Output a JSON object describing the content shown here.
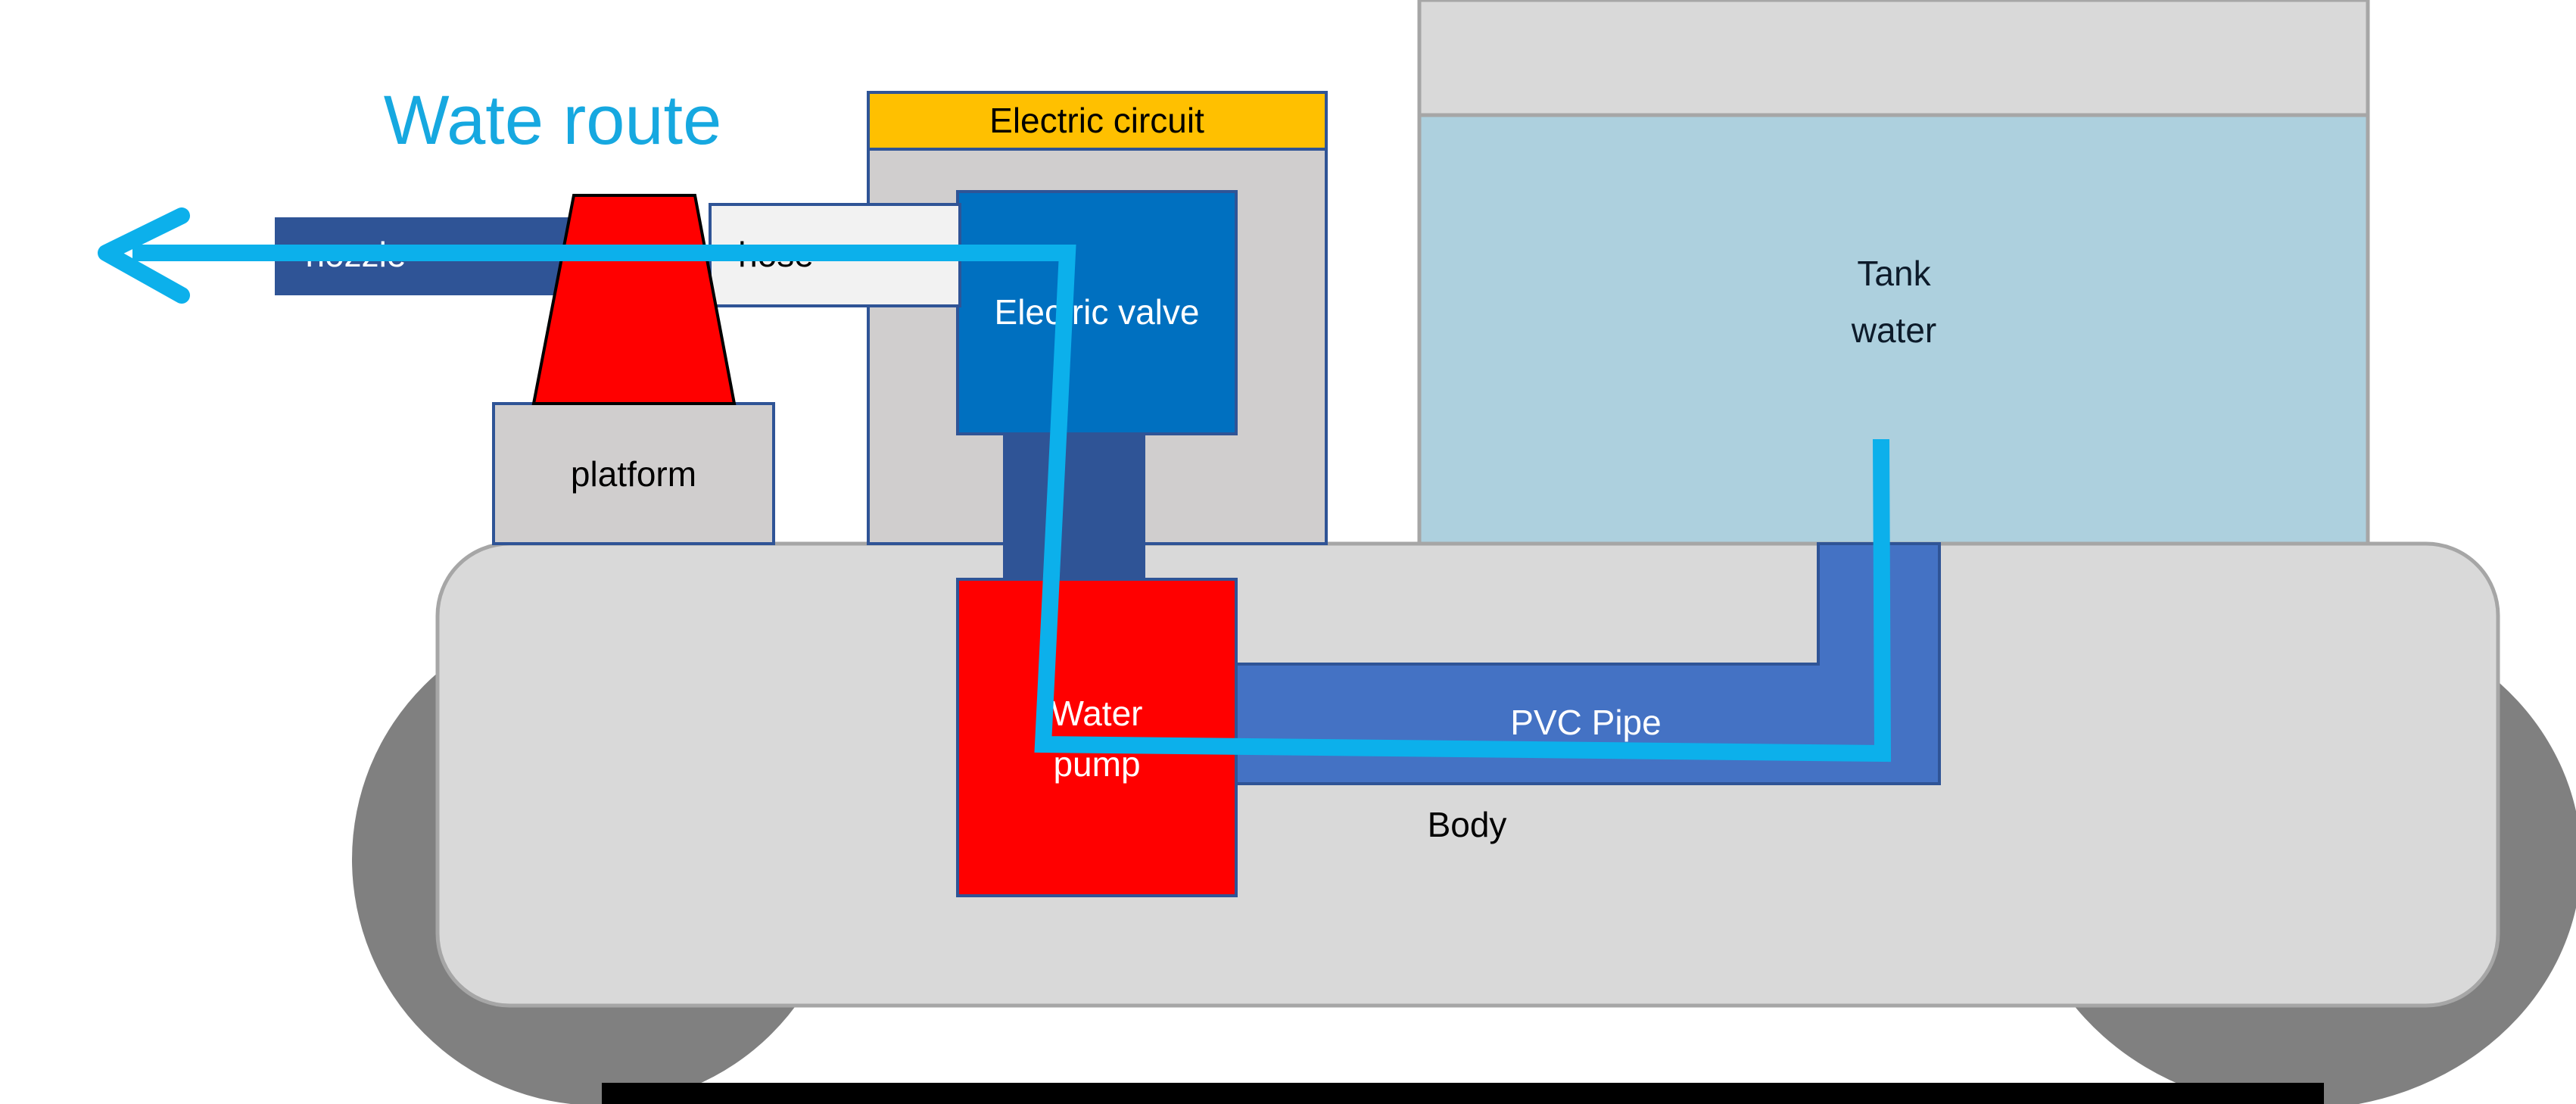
{
  "title": "Wate route",
  "labels": {
    "electric_circuit": "Electric circuit",
    "electric_valve": "Electric valve",
    "tank_line1": "Tank",
    "tank_line2": "water",
    "platform": "platform",
    "water_pump_line1": "Water",
    "water_pump_line2": "pump",
    "pvc_pipe": "PVC Pipe",
    "body": "Body",
    "nozzle": "nozzle",
    "hose": "hose"
  },
  "colors": {
    "route": "#0CB0EB",
    "title": "#16A8E0",
    "circuit_header": "#FFC000",
    "valve": "#0070C0",
    "pump": "#FF0000",
    "pipe": "#4472C4",
    "dark_blue": "#2F5496",
    "tank_water": "#ADD0DE",
    "body": "#D9D9D9",
    "wheels": "#808080"
  }
}
